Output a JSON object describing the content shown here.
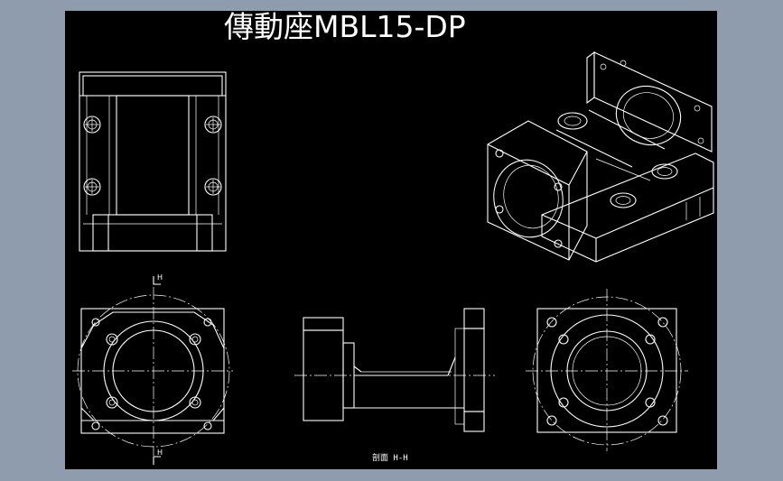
{
  "drawing": {
    "title": "傳動座MBL15-DP",
    "section_label": "剖面 H-H",
    "cut_marker_top": "H",
    "cut_marker_bottom": "H"
  },
  "colors": {
    "background": "#8f9cae",
    "sheet": "#000000",
    "lines": "#ffffff"
  }
}
